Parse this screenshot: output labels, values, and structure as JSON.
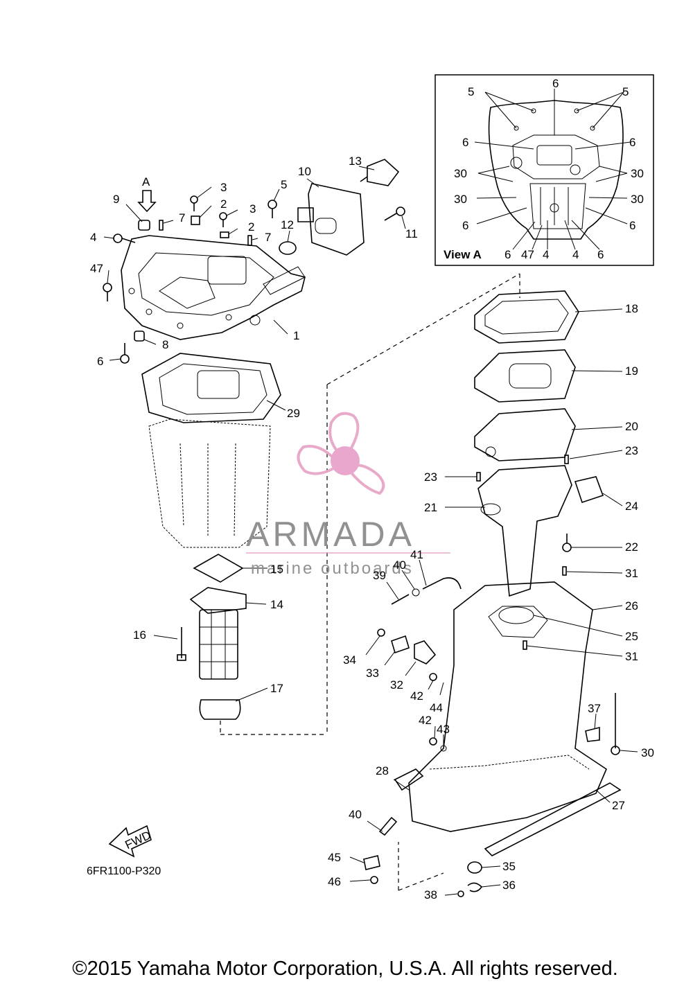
{
  "diagram": {
    "part_labels": [
      {
        "id": "l1",
        "text": "1"
      },
      {
        "id": "l2a",
        "text": "2"
      },
      {
        "id": "l2b",
        "text": "2"
      },
      {
        "id": "l3a",
        "text": "3"
      },
      {
        "id": "l3b",
        "text": "3"
      },
      {
        "id": "l4",
        "text": "4"
      },
      {
        "id": "l5",
        "text": "5"
      },
      {
        "id": "l6",
        "text": "6"
      },
      {
        "id": "l7a",
        "text": "7"
      },
      {
        "id": "l7b",
        "text": "7"
      },
      {
        "id": "l8",
        "text": "8"
      },
      {
        "id": "l9",
        "text": "9"
      },
      {
        "id": "l10",
        "text": "10"
      },
      {
        "id": "l11",
        "text": "11"
      },
      {
        "id": "l12",
        "text": "12"
      },
      {
        "id": "l13",
        "text": "13"
      },
      {
        "id": "l14",
        "text": "14"
      },
      {
        "id": "l15",
        "text": "15"
      },
      {
        "id": "l16",
        "text": "16"
      },
      {
        "id": "l17",
        "text": "17"
      },
      {
        "id": "l18",
        "text": "18"
      },
      {
        "id": "l19",
        "text": "19"
      },
      {
        "id": "l20",
        "text": "20"
      },
      {
        "id": "l21",
        "text": "21"
      },
      {
        "id": "l22",
        "text": "22"
      },
      {
        "id": "l23a",
        "text": "23"
      },
      {
        "id": "l23b",
        "text": "23"
      },
      {
        "id": "l24",
        "text": "24"
      },
      {
        "id": "l25",
        "text": "25"
      },
      {
        "id": "l26",
        "text": "26"
      },
      {
        "id": "l27",
        "text": "27"
      },
      {
        "id": "l28",
        "text": "28"
      },
      {
        "id": "l29",
        "text": "29"
      },
      {
        "id": "l30",
        "text": "30"
      },
      {
        "id": "l31a",
        "text": "31"
      },
      {
        "id": "l31b",
        "text": "31"
      },
      {
        "id": "l32",
        "text": "32"
      },
      {
        "id": "l33",
        "text": "33"
      },
      {
        "id": "l34",
        "text": "34"
      },
      {
        "id": "l35",
        "text": "35"
      },
      {
        "id": "l36",
        "text": "36"
      },
      {
        "id": "l37",
        "text": "37"
      },
      {
        "id": "l38",
        "text": "38"
      },
      {
        "id": "l39",
        "text": "39"
      },
      {
        "id": "l40a",
        "text": "40"
      },
      {
        "id": "l40b",
        "text": "40"
      },
      {
        "id": "l41",
        "text": "41"
      },
      {
        "id": "l42a",
        "text": "42"
      },
      {
        "id": "l42b",
        "text": "42"
      },
      {
        "id": "l43",
        "text": "43"
      },
      {
        "id": "l44",
        "text": "44"
      },
      {
        "id": "l45",
        "text": "45"
      },
      {
        "id": "l46",
        "text": "46"
      },
      {
        "id": "l47",
        "text": "47"
      },
      {
        "id": "lA",
        "text": "A"
      }
    ],
    "view_a": {
      "title": "View A",
      "labels": [
        {
          "id": "v5a",
          "text": "5"
        },
        {
          "id": "v6top",
          "text": "6"
        },
        {
          "id": "v5b",
          "text": "5"
        },
        {
          "id": "v6l1",
          "text": "6"
        },
        {
          "id": "v6r1",
          "text": "6"
        },
        {
          "id": "v30l1",
          "text": "30"
        },
        {
          "id": "v30r1",
          "text": "30"
        },
        {
          "id": "v30l2",
          "text": "30"
        },
        {
          "id": "v30r2",
          "text": "30"
        },
        {
          "id": "v6l2",
          "text": "6"
        },
        {
          "id": "v6r2",
          "text": "6"
        },
        {
          "id": "v6b1",
          "text": "6"
        },
        {
          "id": "v47",
          "text": "47"
        },
        {
          "id": "v4a",
          "text": "4"
        },
        {
          "id": "v4b",
          "text": "4"
        },
        {
          "id": "v6b2",
          "text": "6"
        }
      ]
    },
    "fwd_label": "FWD",
    "diagram_code": "6FR1100-P320"
  },
  "watermark": {
    "brand": "ARMADA",
    "tagline": "marine outboards",
    "colors": {
      "logo": "#e8a6c8",
      "logo_hub": "#e9a3cb",
      "text": "#8c8c8c"
    }
  },
  "footer": {
    "copyright": "©2015 Yamaha Motor Corporation, U.S.A. All rights reserved."
  }
}
